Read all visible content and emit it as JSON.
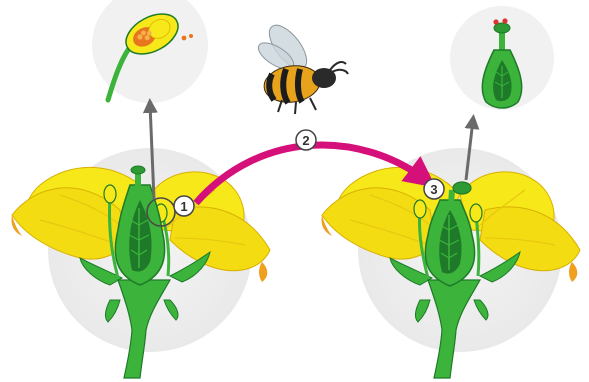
{
  "steps": [
    {
      "label": "1"
    },
    {
      "label": "2"
    },
    {
      "label": "3"
    }
  ],
  "icons": {
    "insect": "bee-icon",
    "left_flower": "flower-icon",
    "right_flower": "flower-icon",
    "anther_inset": "anther-detail-icon",
    "pistil_inset": "pistil-detail-icon"
  },
  "colors": {
    "petal": "#f7e81a",
    "petal_shade": "#e8c810",
    "petal_tip": "#f0a020",
    "stem_green": "#3cb43c",
    "dark_green": "#1e7a28",
    "pollen": "#e8761e",
    "transfer_arrow": "#d6107a",
    "pointer_arrow": "#6a6a6a",
    "halo": "#f1f1f1"
  }
}
